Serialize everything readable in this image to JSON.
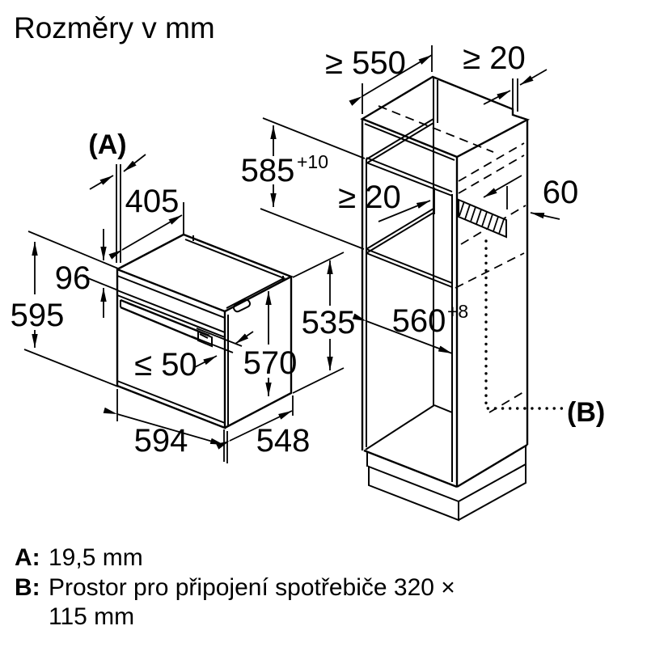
{
  "title": "Rozměry v mm",
  "diagram": {
    "oven": {
      "label_a": "(A)",
      "dims": {
        "d405": "405",
        "d96": "96",
        "d595": "595",
        "d50": "≤ 50",
        "d570": "570",
        "d535": "535",
        "d594": "594",
        "d548": "548"
      }
    },
    "cabinet": {
      "label_b": "(B)",
      "dims": {
        "d550": "≥ 550",
        "d20top": "≥ 20",
        "d585": "585",
        "d585sup": "+10",
        "d20mid": "≥ 20",
        "d60": "60",
        "d560": "560",
        "d560sup": "+8"
      }
    }
  },
  "legend": {
    "a_key": "A:",
    "a_value": "19,5 mm",
    "b_key": "B:",
    "b_value": "Prostor pro připojení spotřebiče 320 ×",
    "b_value_cont": "115 mm"
  },
  "colors": {
    "line": "#000000",
    "background": "#ffffff"
  }
}
